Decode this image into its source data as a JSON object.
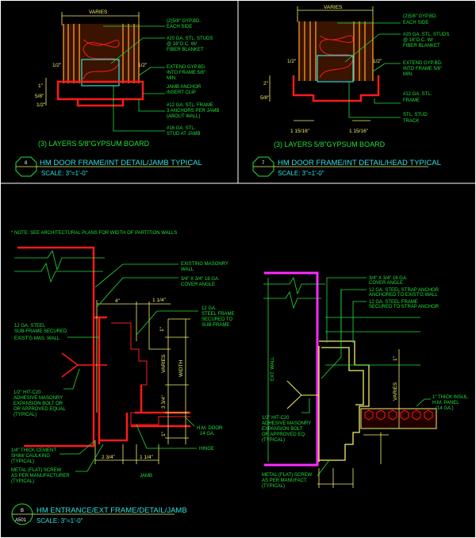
{
  "colors": {
    "background": "#000000",
    "frame": "#ff1a1a",
    "gypsum": "#f0902a",
    "stud": "#2fe0e0",
    "leader": "#22e03a",
    "dimension": "#f2f06a",
    "title": "#2fe0e0",
    "ext_wall": "#ff2aff"
  },
  "detail_8_jamb": {
    "dim_top": "VARIES",
    "labels": {
      "gyp": [
        "(2)5/8\" GYP.BD.",
        "EACH SIDE"
      ],
      "studs": [
        "#20 GA. STL. STUDS",
        "@ 16\"O.C. W/",
        "FIBER BLANKET"
      ],
      "extend": [
        "EXTEND GYP.BD.",
        "INTO FRAME 5/8\"",
        "MIN."
      ],
      "anchor": [
        "JAMB ANCHOR",
        "INSERT CLIP"
      ],
      "frame": [
        "#12 GA. STL. FRAME",
        "3 ANCHORS PER JAMB",
        "(ABOUT WALL)"
      ],
      "stud_jamb": [
        "#16 GA. STL.",
        "STUD AT JAMB"
      ]
    },
    "dims": {
      "left_half": "1/2\"",
      "right_half": "1/2\"",
      "v1": "1\"",
      "v2": "5/8\"",
      "v3": "1/2\""
    },
    "note": "(3) LAYERS 5/8\"GYPSUM BOARD",
    "number": "8",
    "title": "HM DOOR FRAME/INT DETAIL/JAMB TYPICAL",
    "scale": "SCALE: 3\"=1'-0\""
  },
  "detail_7_head": {
    "dim_top": "VARIES",
    "labels": {
      "gyp": [
        "(2)5/8\" GYP.BD.",
        "EACH SIDE"
      ],
      "studs": [
        "#20 GA. STL. STUDS",
        "@ 16\"O.C. W/",
        "FIBER BLANKET"
      ],
      "extend": [
        "EXTEND GYP.BD.",
        "INTO FRAME 5/8\"",
        "MIN."
      ],
      "frame": [
        "#12 GA. STL.",
        "FRAME"
      ],
      "track": [
        "STL. STUD",
        "TRACK"
      ]
    },
    "dims": {
      "left_half": "1/2\"",
      "right_half": "1/2\"",
      "v1": "2\"",
      "v2": "5/8\"",
      "b1": "1 15/16\"",
      "b2": "1 15/16\""
    },
    "note": "(3) LAYERS 5/8\"GYPSUM BOARD",
    "number": "7",
    "title": "HM DOOR FRAME/INT DETAIL/HEAD TYPICAL",
    "scale": "SCALE: 3\"=1'-0\""
  },
  "detail_b_ext_jamb": {
    "general_note": "* NOTE: SEE ARCHITECTURAL PLANS FOR WIDTH OF PARTITION WALLS",
    "labels": {
      "masonry": [
        "EXISTING MASONRY",
        "WALL"
      ],
      "cover": [
        "3/4\" X 3/4\" 18 GA.",
        "COVER ANGLE"
      ],
      "frame": [
        "12 GA.",
        "STEEL FRAME",
        "SECURED TO",
        "SUB-FRAME"
      ],
      "subframe": [
        "12 GA. STEEL",
        "SUB-FRAME SECURED",
        "EXIST'G MAS. WALL"
      ],
      "bolt": [
        "1/2\" HIT-C20",
        "ADHESIVE MASONRY",
        "EXPANSION BOLT OR",
        "OR APPROVED EQUAL",
        "(TYPICAL)"
      ],
      "door": [
        "H.M. DOOR",
        "14 GA."
      ],
      "hinge": "HINGE",
      "shim": [
        "1/4\" THICK CEMENT",
        "SHIM/ CAULKING",
        "(TYPICAL)"
      ],
      "screw": [
        "METAL (FLAT) SCREW",
        "AS PER MANUFACTURER",
        "(TYPICAL)"
      ],
      "jamb": "JAMB"
    },
    "dims": {
      "d4": "4\"",
      "d114a": "1 1/4\"",
      "d1": "1\"",
      "varies": "VARIES",
      "d334": "3 3/4\"",
      "d1b": "1\"",
      "width": "WIDTH",
      "d234": "2 3/4\"",
      "d114b": "1 1/4\""
    },
    "number": "B",
    "sheet": "A501",
    "title": "HM ENTRANCE/EXT FRAME/DETAIL/JAMB",
    "scale": "SCALE: 3\"=1'-0\""
  },
  "detail_ext_panel": {
    "labels": {
      "cover": [
        "3/4\" X 3/4\" 16 GA.",
        "COVER ANGLE"
      ],
      "strap": [
        "12 GA. STEEL STRAP ANCHOR",
        "ANCHORED TO EXIST'G WALL"
      ],
      "frame": [
        "12 GA. STEEL FRAME",
        "SECURED TO STRAP ANCHOR"
      ],
      "ext_wall": "EXT. WALL",
      "panel": [
        "1\" THICK INSUL.",
        "H.M. PANEL",
        "(14 GA.)"
      ],
      "bolt": [
        "1/2\" HIT-C20",
        "ADHESIVE MASONRY",
        "EXPANSION BOLT",
        "OR APPROVED EQ.",
        "(TYPICAL)"
      ],
      "screw": [
        "METAL (FLAT) SCREW",
        "AS PER MANUFACT.",
        "(TYPICAL)"
      ]
    },
    "dims": {
      "varies": "VARIES",
      "d1": "1\""
    }
  }
}
